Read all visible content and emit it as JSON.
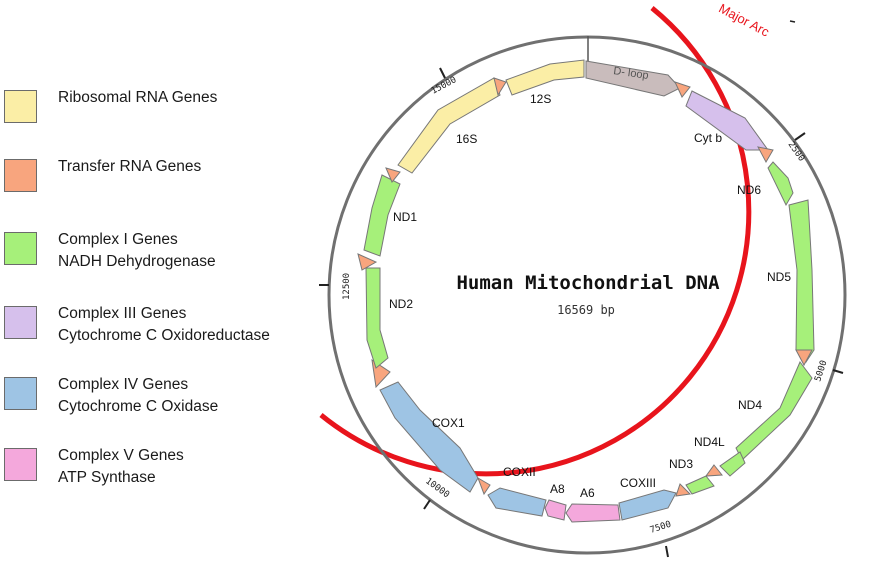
{
  "title": "Human Mitochondrial DNA",
  "subtitle": "16569 bp",
  "major_arc_label": "Major Arc",
  "colors": {
    "ribosomal": "#fbeea6",
    "trna": "#f8a57e",
    "complex1": "#a6f07a",
    "complex3": "#d6c0ec",
    "complex4": "#9ec4e4",
    "complex5": "#f4a8dc",
    "dloop": "#c9bcbc",
    "arc": "#e8141c"
  },
  "legend": [
    {
      "line1": "Ribosomal RNA Genes",
      "line2": "",
      "color": "#fbeea6"
    },
    {
      "line1": "Transfer RNA Genes",
      "line2": "",
      "color": "#f8a57e"
    },
    {
      "line1": "Complex I Genes",
      "line2": "NADH Dehydrogenase",
      "color": "#a6f07a"
    },
    {
      "line1": "Complex III Genes",
      "line2": "Cytochrome C Oxidoreductase",
      "color": "#d6c0ec"
    },
    {
      "line1": "Complex IV Genes",
      "line2": "Cytochrome C Oxidase",
      "color": "#9ec4e4"
    },
    {
      "line1": "Complex V Genes",
      "line2": "ATP Synthase",
      "color": "#f4a8dc"
    }
  ],
  "ticks": [
    "2500",
    "5000",
    "7500",
    "10000",
    "12500",
    "15000"
  ],
  "genes": {
    "d_loop": "D- loop",
    "cyt_b": "Cyt b",
    "nd6": "ND6",
    "nd5": "ND5",
    "nd4": "ND4",
    "nd4l": "ND4L",
    "nd3": "ND3",
    "cox3": "COXIII",
    "a6": "A6",
    "a8": "A8",
    "cox2": "COXII",
    "cox1": "COX1",
    "nd2": "ND2",
    "nd1": "ND1",
    "rrna16": "16S",
    "rrna12": "12S"
  }
}
